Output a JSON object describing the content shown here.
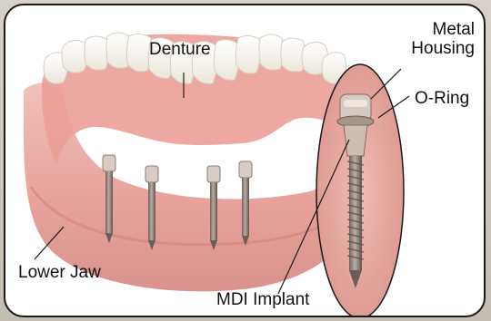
{
  "labels": {
    "denture": "Denture",
    "metal_housing_line1": "Metal",
    "metal_housing_line2": "Housing",
    "o_ring": "O-Ring",
    "lower_jaw": "Lower Jaw",
    "mdi_implant": "MDI Implant"
  },
  "colors": {
    "frame_border": "#1a1a1a",
    "gum": "#e9a7a2",
    "gum_shadow": "#d88b86",
    "teeth": "#f7f4ee",
    "implant_metal": "#8f7f76",
    "callout_oval": "#e7aaa3"
  }
}
